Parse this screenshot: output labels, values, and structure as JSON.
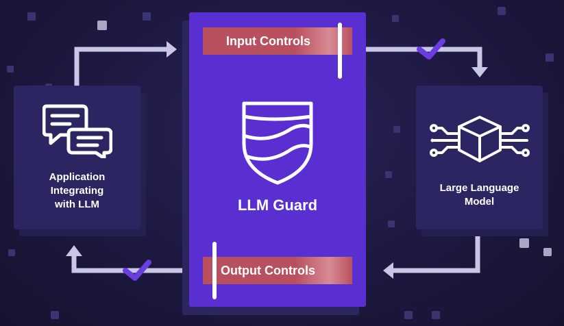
{
  "guard": {
    "title": "LLM Guard",
    "icon": "shield-icon",
    "color": "#5a2fd1"
  },
  "input_controls": {
    "label": "Input Controls"
  },
  "output_controls": {
    "label": "Output Controls"
  },
  "app_card": {
    "label_line1": "Application",
    "label_line2": "Integrating",
    "label_line3": "with LLM",
    "icon": "chat-bubbles-icon"
  },
  "llm_card": {
    "label_line1": "Large Language",
    "label_line2": "Model",
    "icon": "cube-circuit-icon"
  },
  "colors": {
    "background": "#1d1840",
    "control": "#b8505f",
    "arrow": "#c9c7e6",
    "check": "#6a3de0"
  }
}
